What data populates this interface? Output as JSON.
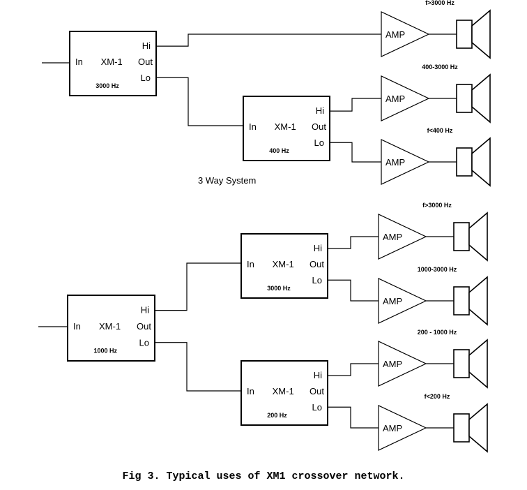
{
  "module_labels": {
    "in": "In",
    "name": "XM-1",
    "out": "Out",
    "hi": "Hi",
    "lo": "Lo"
  },
  "amp_label": "AMP",
  "three_way": {
    "title": "3 Way System",
    "crossovers": [
      {
        "id": "main",
        "freq": "3000 Hz"
      },
      {
        "id": "sub",
        "freq": "400 Hz"
      }
    ],
    "bands": [
      "f>3000 Hz",
      "400-3000 Hz",
      "f<400 Hz"
    ]
  },
  "four_way": {
    "crossovers": [
      {
        "id": "main",
        "freq": "1000 Hz"
      },
      {
        "id": "upper",
        "freq": "3000 Hz"
      },
      {
        "id": "lower",
        "freq": "200 Hz"
      }
    ],
    "bands": [
      "f>3000 Hz",
      "1000-3000 Hz",
      "200 - 1000 Hz",
      "f<200 Hz"
    ]
  },
  "caption": "Fig 3.  Typical uses of XM1 crossover network."
}
